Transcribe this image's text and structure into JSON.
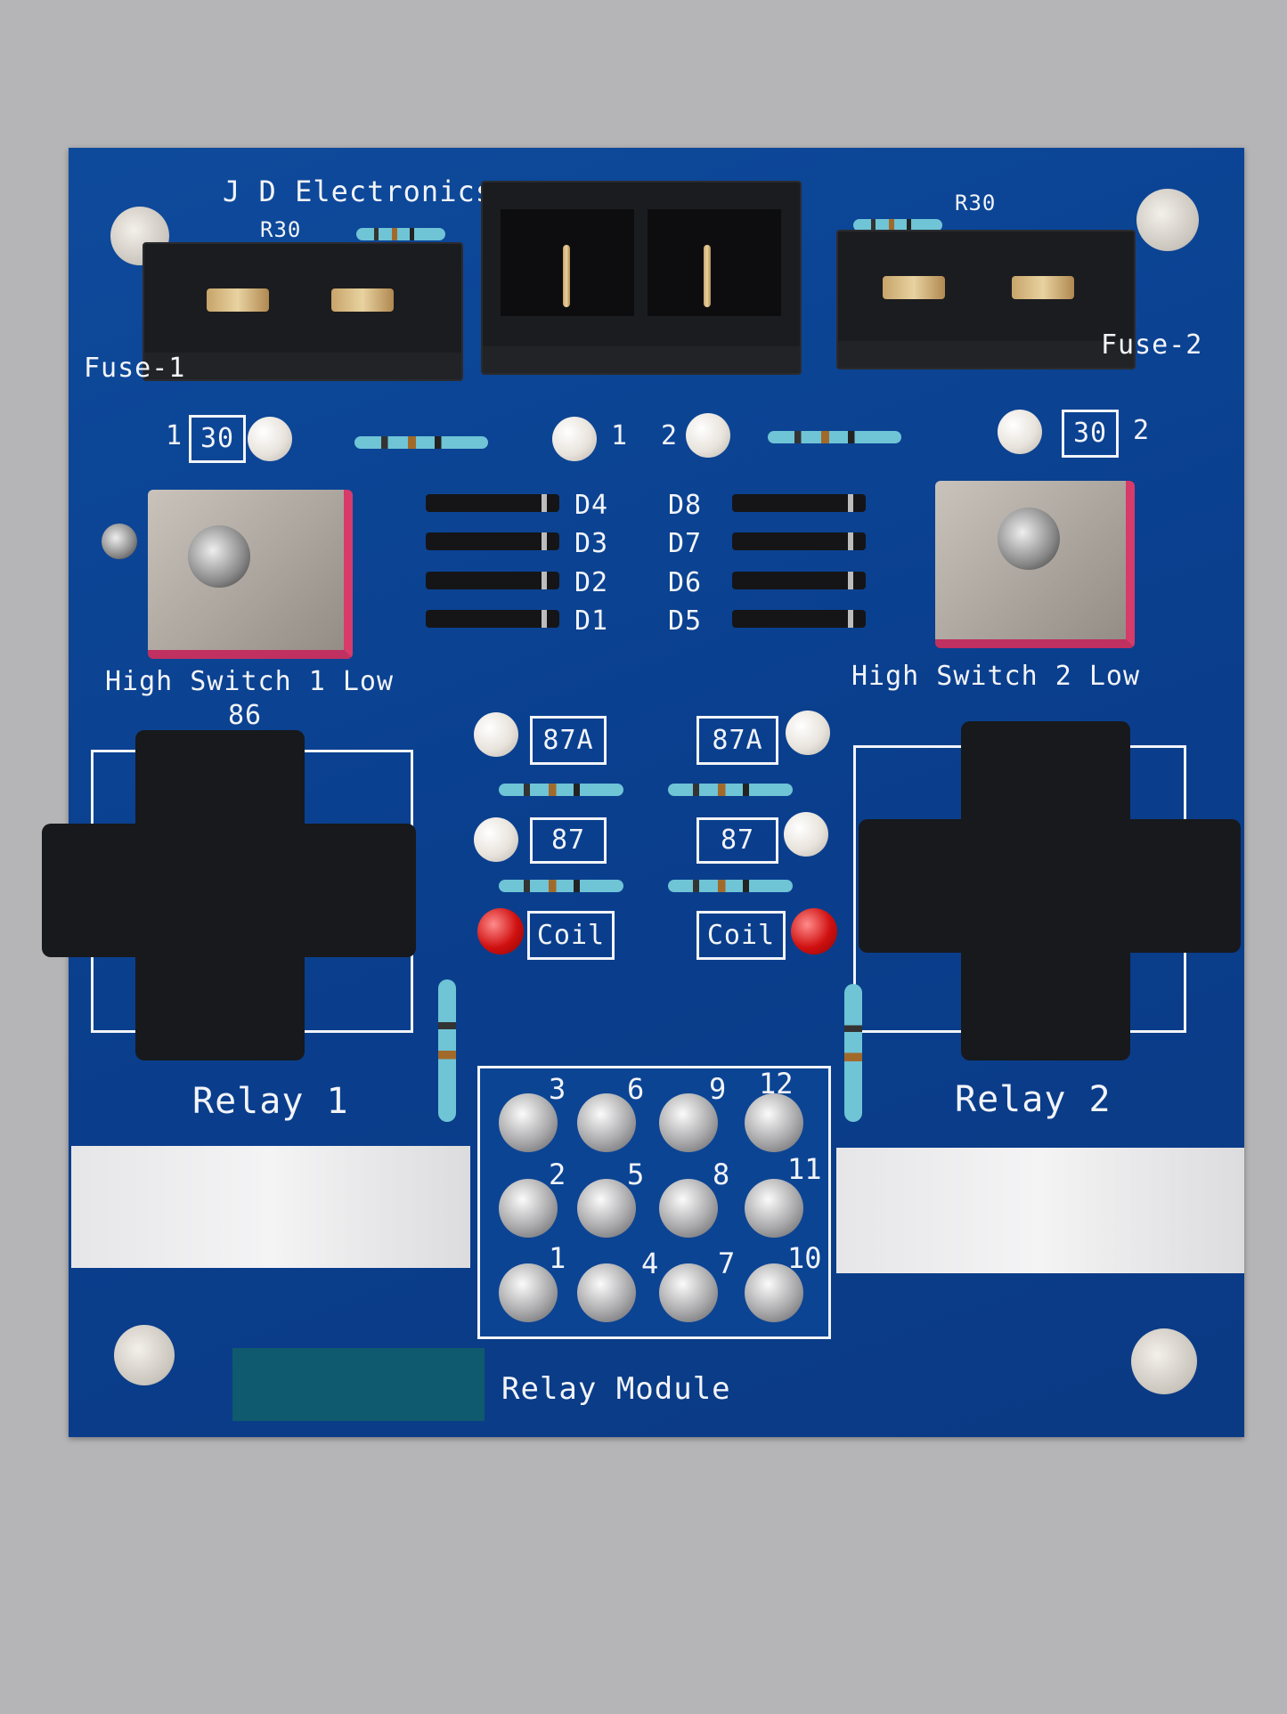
{
  "board": {
    "maker": "J D Electronics",
    "name": "Relay Module",
    "colors": {
      "pcb": "#0c4494",
      "silkscreen": "#f2f4f8",
      "background": "#b5b5b7",
      "label_patch": "#0f5a6e"
    }
  },
  "fuses": {
    "left_label": "Fuse-1",
    "right_label": "Fuse-2",
    "left_resistor": "R30",
    "right_resistor": "R30"
  },
  "indicators": {
    "left_box": "30",
    "left_num": "1",
    "right_box": "30",
    "right_num": "2",
    "center_left": "1",
    "center_right": "2"
  },
  "diodes": {
    "left": [
      "D4",
      "D3",
      "D2",
      "D1"
    ],
    "right": [
      "D8",
      "D7",
      "D6",
      "D5"
    ]
  },
  "switches": {
    "left": "High Switch 1 Low",
    "right": "High Switch 2 Low"
  },
  "relay_labels": {
    "pin86": "86",
    "a87": "87A",
    "p87": "87",
    "coil": "Coil"
  },
  "relays": {
    "left": "Relay 1",
    "right": "Relay 2"
  },
  "connector_pins": {
    "row1": [
      "3",
      "6",
      "9",
      "12"
    ],
    "row2": [
      "2",
      "5",
      "8",
      "11"
    ],
    "row3": [
      "1",
      "4",
      "7",
      "10"
    ]
  }
}
